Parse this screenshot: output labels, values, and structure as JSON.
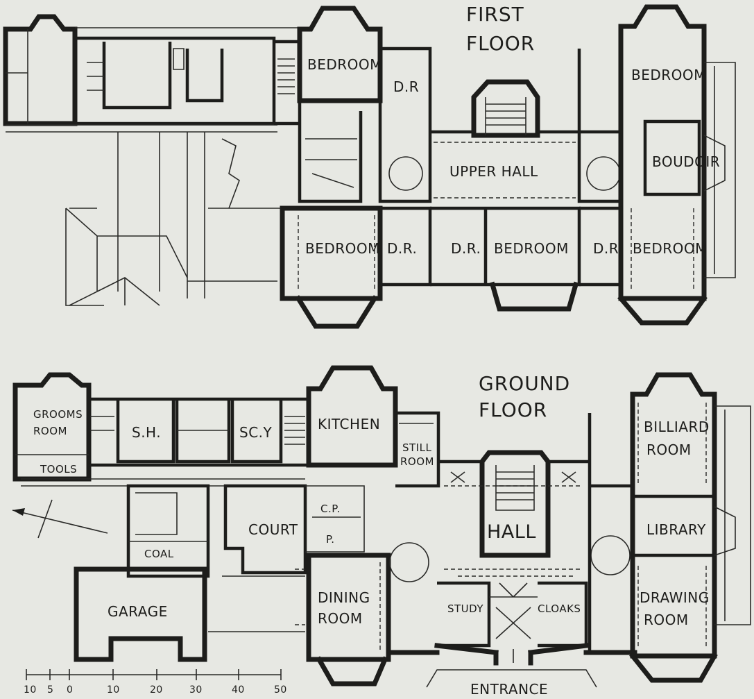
{
  "first_floor": {
    "title_line1": "FIRST",
    "title_line2": "FLOOR",
    "rooms": {
      "bedroom_nw": "BEDROOM",
      "dr_top": "D.R",
      "upper_hall": "UPPER HALL",
      "bedroom_ne": "BEDROOM",
      "boudoir": "BOUDOIR",
      "bedroom_sw": "BEDROOM",
      "dr_sw": "D.R.",
      "dr_mid": "D.R.",
      "bedroom_mid": "BEDROOM",
      "dr_se": "D.R",
      "bedroom_se": "BEDROOM"
    }
  },
  "ground_floor": {
    "title_line1": "GROUND",
    "title_line2": "FLOOR",
    "rooms": {
      "grooms_room_1": "GROOMS",
      "grooms_room_2": "ROOM",
      "tools": "TOOLS",
      "sh": "S.H.",
      "scy": "SC.Y",
      "kitchen": "KITCHEN",
      "still_room_1": "STILL",
      "still_room_2": "ROOM",
      "billiard_room_1": "BILLIARD",
      "billiard_room_2": "ROOM",
      "hall": "HALL",
      "library": "LIBRARY",
      "coal": "COAL",
      "court": "COURT",
      "cp": "C.P.",
      "p": "P.",
      "garage": "GARAGE",
      "dining_room_1": "DINING",
      "dining_room_2": "ROOM",
      "study": "STUDY",
      "cloaks": "CLOAKS",
      "drawing_room_1": "DRAWING",
      "drawing_room_2": "ROOM",
      "entrance": "ENTRANCE"
    }
  },
  "scale_bar": {
    "ticks": [
      "10",
      "5",
      "0",
      "10",
      "20",
      "30",
      "40",
      "50"
    ]
  }
}
